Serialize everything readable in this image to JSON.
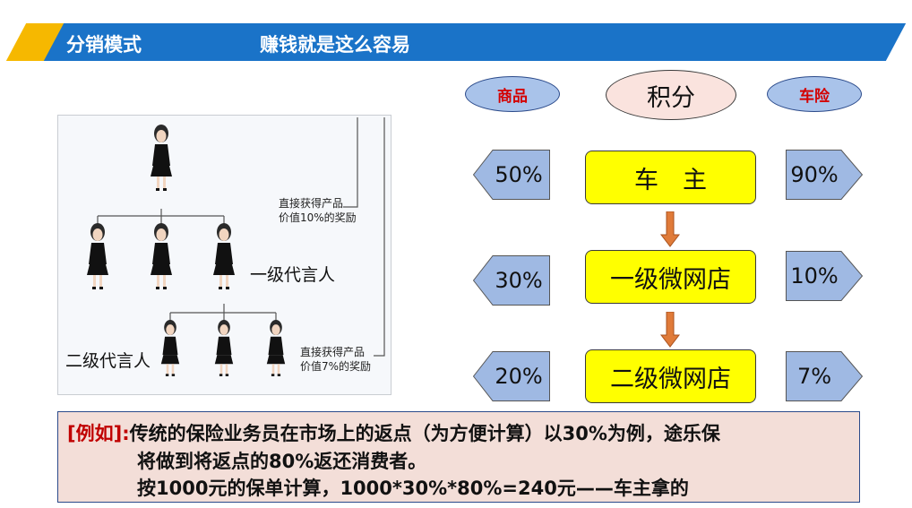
{
  "header": {
    "title": "分销模式",
    "slogan": "赚钱就是这么容易"
  },
  "top_ovals": {
    "left": "商品",
    "center": "积分",
    "right": "车险"
  },
  "levels": [
    {
      "label": "车　主",
      "left_pct": "50%",
      "right_pct": "90%"
    },
    {
      "label": "一级微网店",
      "left_pct": "30%",
      "right_pct": "10%"
    },
    {
      "label": "二级微网店",
      "left_pct": "20%",
      "right_pct": "7%"
    }
  ],
  "image_panel": {
    "reward_top_line1": "直接获得产品",
    "reward_top_line2": "价值10%的奖励",
    "reward_bottom_line1": "直接获得产品",
    "reward_bottom_line2": "价值7%的奖励",
    "level1_label": "一级代言人",
    "level2_label": "二级代言人"
  },
  "example": {
    "tag": "[例如]:",
    "line1": "传统的保险业务员在市场上的返点（为方便计算）以30%为例，途乐保",
    "line2": "将做到将返点的80%返还消费者。",
    "line3": "按1000元的保单计算，1000*30%*80%=240元——车主拿的"
  },
  "colors": {
    "header_blue": "#1a73c8",
    "header_yellow": "#f6b800",
    "box_yellow": "#ffff00",
    "arrow_blue": "#9fb9e3",
    "down_arrow": "#e07b39",
    "oval_blue": "#a9c3ea",
    "oval_pink": "#fae3de",
    "example_bg": "#f3ded8",
    "example_tag": "#c00000"
  }
}
